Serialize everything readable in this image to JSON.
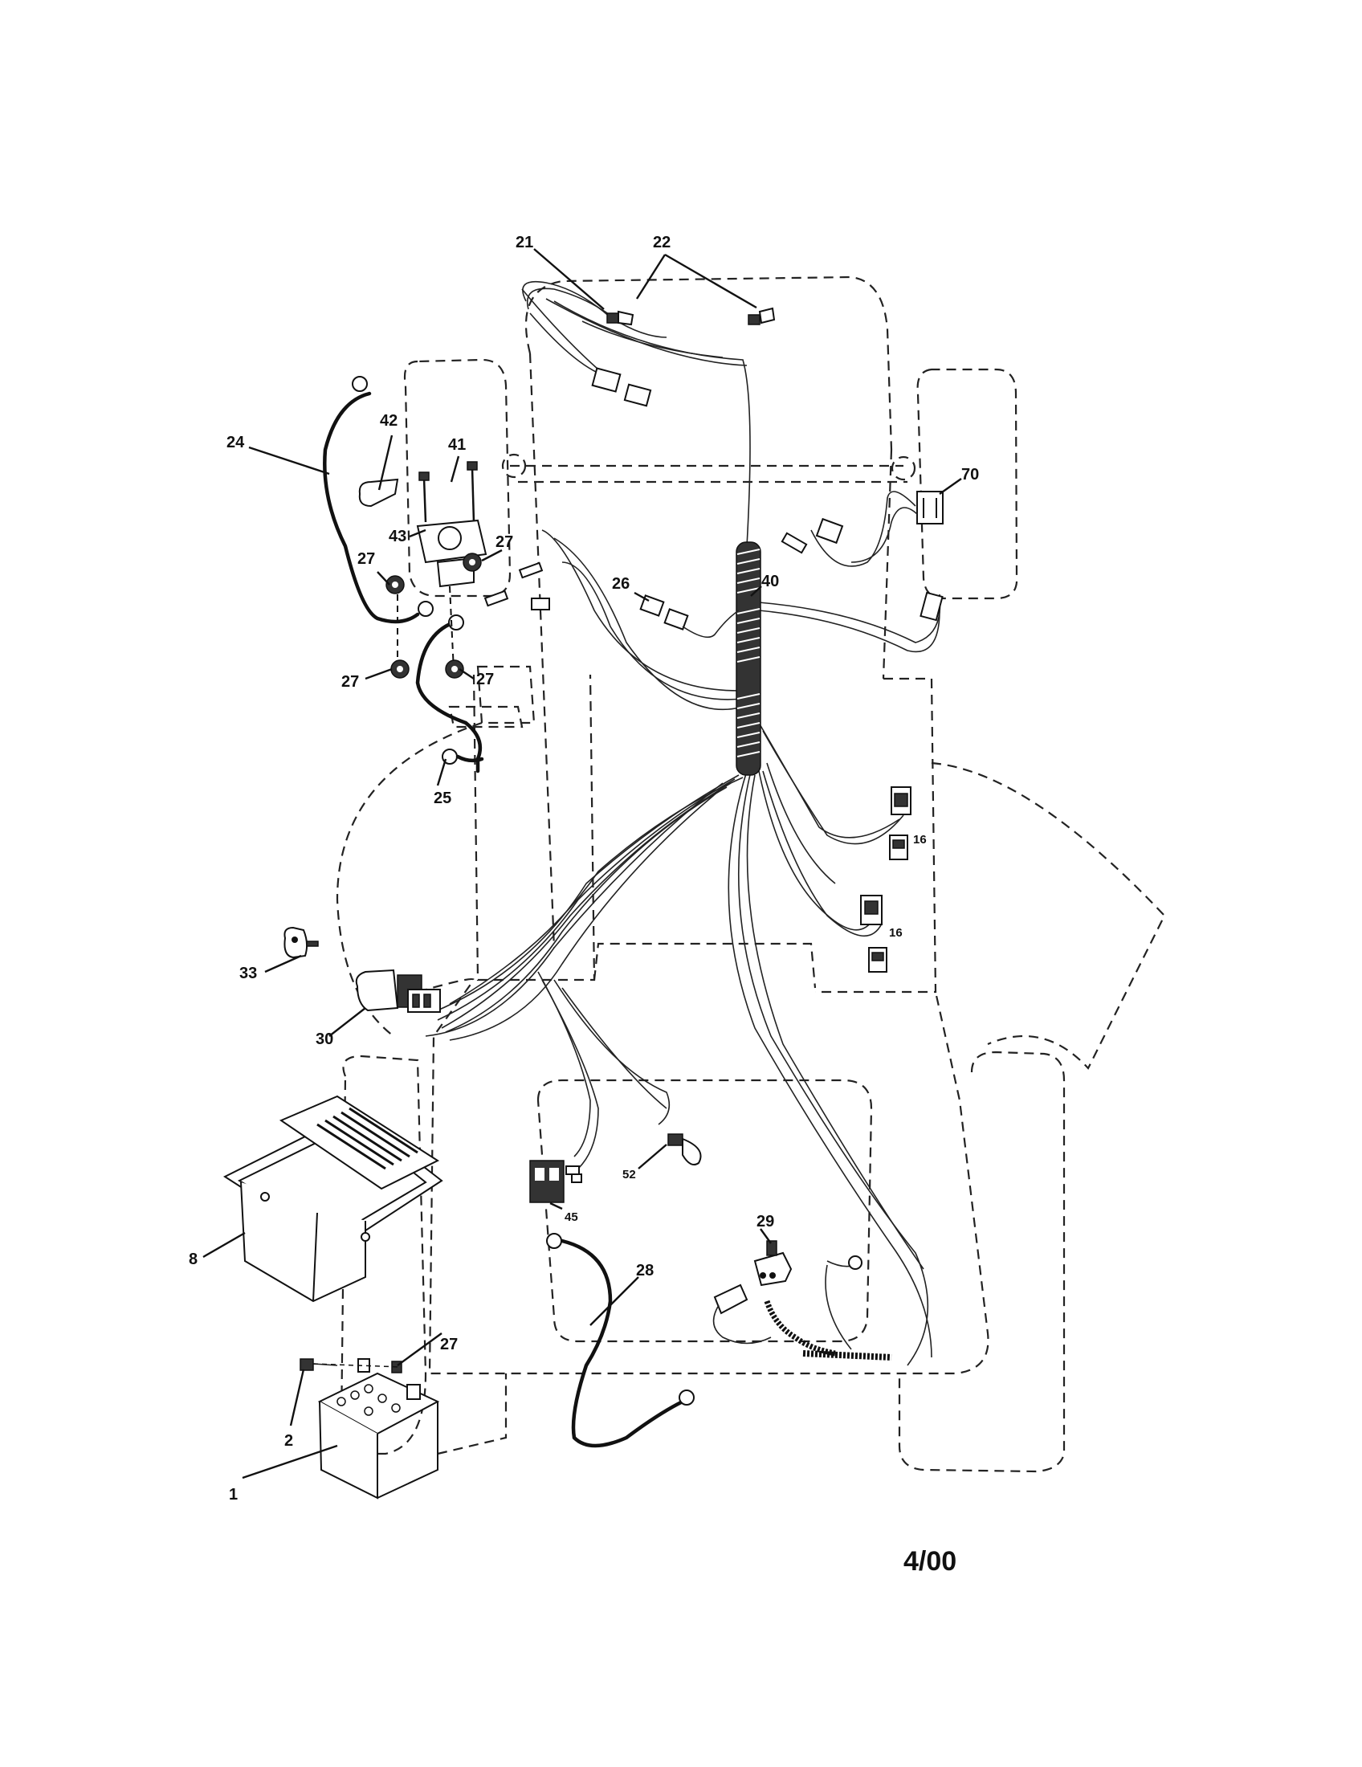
{
  "callouts": {
    "c21": "21",
    "c22": "22",
    "c24": "24",
    "c42": "42",
    "c41": "41",
    "c43": "43",
    "c27a": "27",
    "c27b": "27",
    "c27c": "27",
    "c27d": "27",
    "c27e": "27",
    "c26": "26",
    "c40": "40",
    "c70": "70",
    "c25": "25",
    "c16a": "16",
    "c16b": "16",
    "c33": "33",
    "c30": "30",
    "c8": "8",
    "c52": "52",
    "c45": "45",
    "c29": "29",
    "c28": "28",
    "c2": "2",
    "c1": "1"
  },
  "date_code": "4/00",
  "icons": {
    "battery": "battery-icon",
    "battery_box": "battery-box-icon",
    "harness": "wire-harness-icon",
    "solenoid": "solenoid-icon",
    "ignition_switch": "ignition-switch-icon",
    "key": "key-icon"
  }
}
